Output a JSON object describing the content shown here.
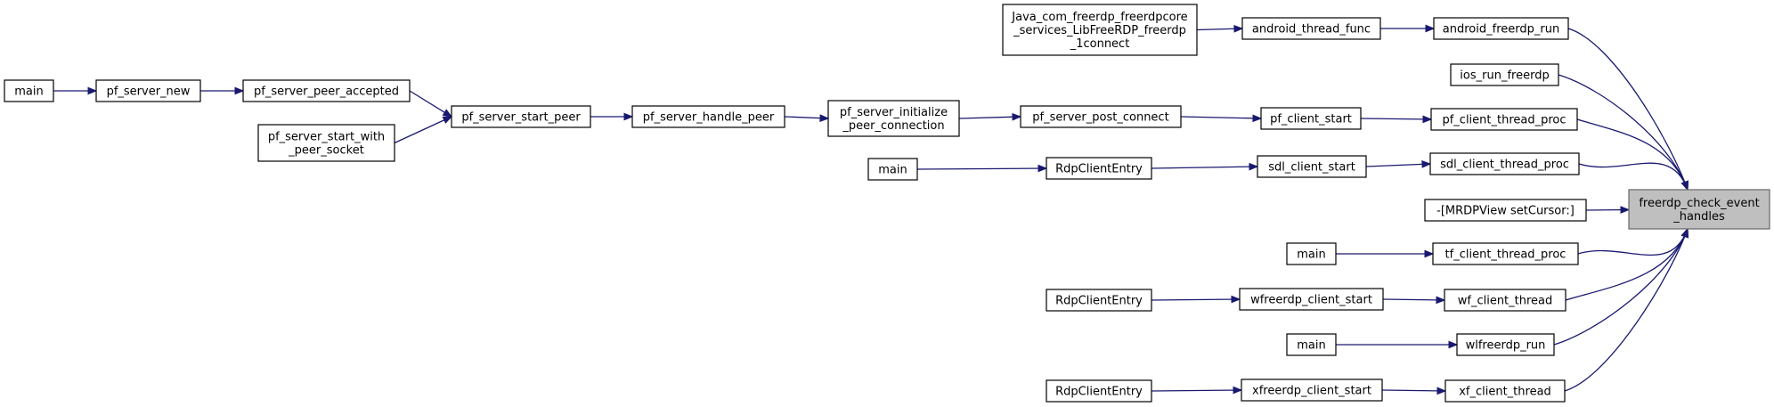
{
  "graph": {
    "nodes": [
      {
        "id": "focus",
        "lines": [
          "freerdp_check_event",
          "_handles"
        ],
        "focus": true
      },
      {
        "id": "android_freerdp_run",
        "lines": [
          "android_freerdp_run"
        ]
      },
      {
        "id": "android_thread_func",
        "lines": [
          "android_thread_func"
        ]
      },
      {
        "id": "java_connect",
        "lines": [
          "Java_com_freerdp_freerdpcore",
          "_services_LibFreeRDP_freerdp",
          "_1connect"
        ]
      },
      {
        "id": "ios_run_freerdp",
        "lines": [
          "ios_run_freerdp"
        ]
      },
      {
        "id": "pf_client_thread_proc",
        "lines": [
          "pf_client_thread_proc"
        ]
      },
      {
        "id": "pf_client_start",
        "lines": [
          "pf_client_start"
        ]
      },
      {
        "id": "pf_server_post_connect",
        "lines": [
          "pf_server_post_connect"
        ]
      },
      {
        "id": "pf_server_initialize_peer_connection",
        "lines": [
          "pf_server_initialize",
          "_peer_connection"
        ]
      },
      {
        "id": "pf_server_handle_peer",
        "lines": [
          "pf_server_handle_peer"
        ]
      },
      {
        "id": "pf_server_start_peer",
        "lines": [
          "pf_server_start_peer"
        ]
      },
      {
        "id": "pf_server_peer_accepted",
        "lines": [
          "pf_server_peer_accepted"
        ]
      },
      {
        "id": "pf_server_new",
        "lines": [
          "pf_server_new"
        ]
      },
      {
        "id": "main_1",
        "lines": [
          "main"
        ]
      },
      {
        "id": "pf_server_start_with_peer_socket",
        "lines": [
          "pf_server_start_with",
          "_peer_socket"
        ]
      },
      {
        "id": "sdl_client_thread_proc",
        "lines": [
          "sdl_client_thread_proc"
        ]
      },
      {
        "id": "sdl_client_start",
        "lines": [
          "sdl_client_start"
        ]
      },
      {
        "id": "rdpclient_1",
        "lines": [
          "RdpClientEntry"
        ]
      },
      {
        "id": "main_2",
        "lines": [
          "main"
        ]
      },
      {
        "id": "mrdpview",
        "lines": [
          "-[MRDPView setCursor:]"
        ]
      },
      {
        "id": "tf_client_thread_proc",
        "lines": [
          "tf_client_thread_proc"
        ]
      },
      {
        "id": "main_3",
        "lines": [
          "main"
        ]
      },
      {
        "id": "wf_client_thread",
        "lines": [
          "wf_client_thread"
        ]
      },
      {
        "id": "wfreerdp_client_start",
        "lines": [
          "wfreerdp_client_start"
        ]
      },
      {
        "id": "rdpclient_2",
        "lines": [
          "RdpClientEntry"
        ]
      },
      {
        "id": "wlfreerdp_run",
        "lines": [
          "wlfreerdp_run"
        ]
      },
      {
        "id": "main_4",
        "lines": [
          "main"
        ]
      },
      {
        "id": "xf_client_thread",
        "lines": [
          "xf_client_thread"
        ]
      },
      {
        "id": "xfreerdp_client_start",
        "lines": [
          "xfreerdp_client_start"
        ]
      },
      {
        "id": "rdpclient_3",
        "lines": [
          "RdpClientEntry"
        ]
      }
    ],
    "edges": [
      {
        "from": "java_connect",
        "to": "android_thread_func"
      },
      {
        "from": "android_thread_func",
        "to": "android_freerdp_run"
      },
      {
        "from": "android_freerdp_run",
        "to": "focus"
      },
      {
        "from": "ios_run_freerdp",
        "to": "focus"
      },
      {
        "from": "main_1",
        "to": "pf_server_new"
      },
      {
        "from": "pf_server_new",
        "to": "pf_server_peer_accepted"
      },
      {
        "from": "pf_server_peer_accepted",
        "to": "pf_server_start_peer"
      },
      {
        "from": "pf_server_start_with_peer_socket",
        "to": "pf_server_start_peer"
      },
      {
        "from": "pf_server_start_peer",
        "to": "pf_server_handle_peer"
      },
      {
        "from": "pf_server_handle_peer",
        "to": "pf_server_initialize_peer_connection"
      },
      {
        "from": "pf_server_initialize_peer_connection",
        "to": "pf_server_post_connect"
      },
      {
        "from": "pf_server_post_connect",
        "to": "pf_client_start"
      },
      {
        "from": "pf_client_start",
        "to": "pf_client_thread_proc"
      },
      {
        "from": "pf_client_thread_proc",
        "to": "focus"
      },
      {
        "from": "main_2",
        "to": "rdpclient_1"
      },
      {
        "from": "rdpclient_1",
        "to": "sdl_client_start"
      },
      {
        "from": "sdl_client_start",
        "to": "sdl_client_thread_proc"
      },
      {
        "from": "sdl_client_thread_proc",
        "to": "focus"
      },
      {
        "from": "mrdpview",
        "to": "focus"
      },
      {
        "from": "main_3",
        "to": "tf_client_thread_proc"
      },
      {
        "from": "tf_client_thread_proc",
        "to": "focus"
      },
      {
        "from": "rdpclient_2",
        "to": "wfreerdp_client_start"
      },
      {
        "from": "wfreerdp_client_start",
        "to": "wf_client_thread"
      },
      {
        "from": "wf_client_thread",
        "to": "focus"
      },
      {
        "from": "main_4",
        "to": "wlfreerdp_run"
      },
      {
        "from": "wlfreerdp_run",
        "to": "focus"
      },
      {
        "from": "rdpclient_3",
        "to": "xfreerdp_client_start"
      },
      {
        "from": "xfreerdp_client_start",
        "to": "xf_client_thread"
      },
      {
        "from": "xf_client_thread",
        "to": "focus"
      }
    ]
  }
}
